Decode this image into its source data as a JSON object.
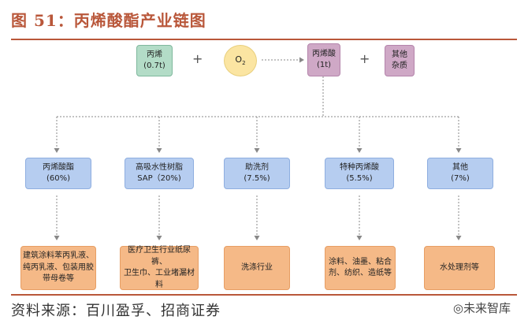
{
  "title": "图 51：丙烯酸酯产业链图",
  "source": "资料来源：百川盈孚、招商证券",
  "watermark": "◎未来智库",
  "top_row": {
    "propylene": {
      "name": "丙烯",
      "qty": "(0.7t)"
    },
    "plus1": "+",
    "oxygen": {
      "symbol": "O",
      "sub": "2"
    },
    "acrylic_acid": {
      "name": "丙烯酸",
      "qty": "(1t)"
    },
    "plus2": "+",
    "other_impurities": {
      "line1": "其他",
      "line2": "杂质"
    }
  },
  "products": [
    {
      "name": "丙烯酸酯",
      "share": "(60%)"
    },
    {
      "name": "高吸水性树脂",
      "share": "SAP（20%)"
    },
    {
      "name": "助洗剂",
      "share": "(7.5%)"
    },
    {
      "name": "特种丙烯酸",
      "share": "(5.5%)"
    },
    {
      "name": "其他",
      "share": "(7%)"
    }
  ],
  "applications": [
    {
      "lines": [
        "建筑涂料苯丙乳液、",
        "纯丙乳液、包装用胶",
        "带母卷等"
      ]
    },
    {
      "lines": [
        "医疗卫生行业纸尿裤、",
        "卫生巾、工业堵漏材料"
      ]
    },
    {
      "lines": [
        "洗涤行业"
      ]
    },
    {
      "lines": [
        "涂料、油墨、粘合",
        "剂、纺织、造纸等"
      ]
    },
    {
      "lines": [
        "水处理剂等"
      ]
    }
  ],
  "colors": {
    "accent": "#b9573a",
    "raw_material": "#b3dcc7",
    "acrylic_acid": "#cfa8c6",
    "oxygen": "#fbe5a2",
    "product": "#b6cdf0",
    "application": "#f5b987"
  }
}
